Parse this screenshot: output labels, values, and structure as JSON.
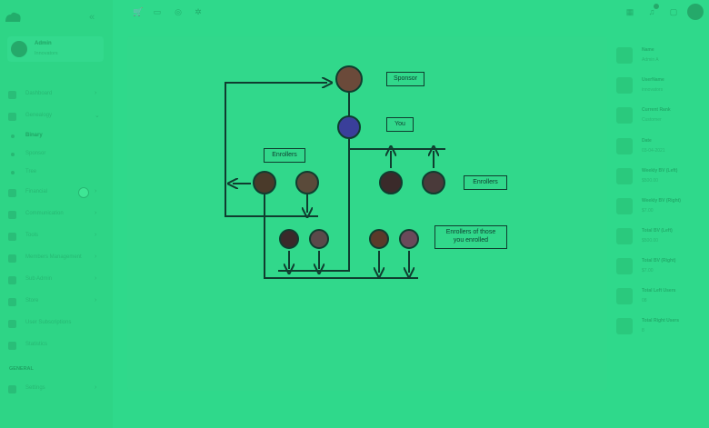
{
  "sidebar": {
    "profile": {
      "name": "Admin",
      "role": "Innovators"
    },
    "items": [
      {
        "label": "Dashboard",
        "icon": "home-icon"
      },
      {
        "label": "Genealogy",
        "icon": "tree-icon"
      }
    ],
    "subitems": [
      "Binary",
      "Sponsor",
      "Tree"
    ],
    "more": [
      {
        "label": "Financial",
        "icon": "wallet-icon"
      },
      {
        "label": "Communication",
        "icon": "chat-icon"
      },
      {
        "label": "Tools",
        "icon": "tools-icon"
      },
      {
        "label": "Members Management",
        "icon": "users-icon"
      },
      {
        "label": "Sub Admin",
        "icon": "admin-icon"
      },
      {
        "label": "Store",
        "icon": "store-icon"
      },
      {
        "label": "User Subscriptions",
        "icon": "subscription-icon"
      },
      {
        "label": "Statistics",
        "icon": "stats-icon"
      }
    ],
    "section_general": "GENERAL",
    "settings": {
      "label": "Settings",
      "icon": "gear-icon"
    }
  },
  "right_panel": [
    {
      "title": "Name",
      "value": "Admin A"
    },
    {
      "title": "UserName",
      "value": "innovators"
    },
    {
      "title": "Current Rank",
      "value": "Customer"
    },
    {
      "title": "Date",
      "value": "03-04-2021"
    },
    {
      "title": "Weekly BV (Left)",
      "value": "$500.00"
    },
    {
      "title": "Weekly BV (Right)",
      "value": "$7.00"
    },
    {
      "title": "Total BV (Left)",
      "value": "$500.00"
    },
    {
      "title": "Total BV (Right)",
      "value": "$7.00"
    },
    {
      "title": "Total Left Users",
      "value": "08"
    },
    {
      "title": "Total Right Users",
      "value": "8"
    }
  ],
  "overlay": {
    "sponsor": "Sponsor",
    "you": "You",
    "enrollers_left": "Enrollers",
    "enrollers_right": "Enrollers",
    "enrollers_of_those": [
      "Enrollers of those",
      "you enrolled"
    ]
  },
  "colors": {
    "overlay_bg": "#2fd98b",
    "lines": "#0f3d2f"
  }
}
